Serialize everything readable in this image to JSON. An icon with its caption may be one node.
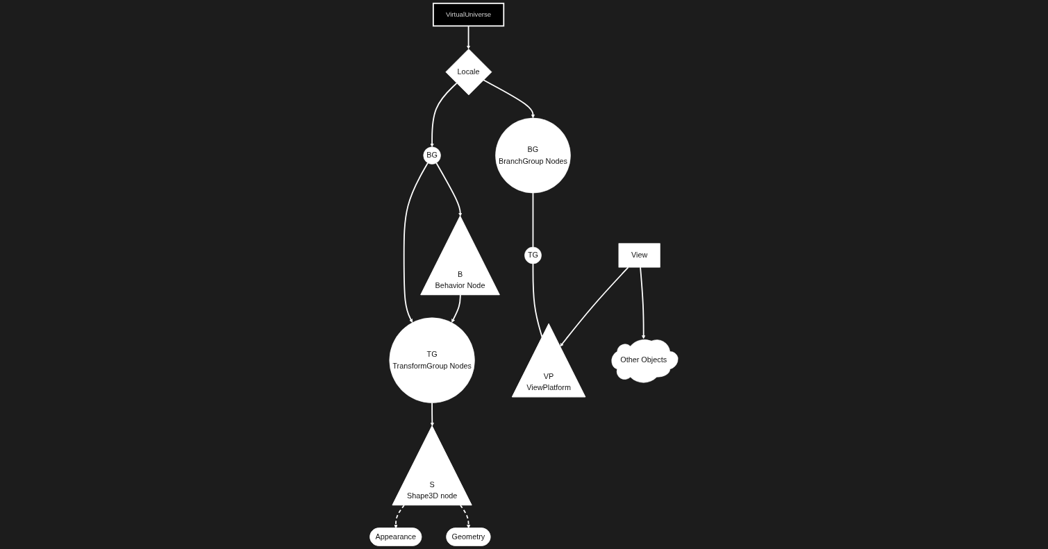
{
  "diagram": {
    "nodes": [
      {
        "text": [
          "VirtualUniverse"
        ]
      },
      {
        "text": [
          "Locale"
        ]
      },
      {
        "text": [
          "BG"
        ]
      },
      {
        "text": [
          "BG",
          "BranchGroup Nodes"
        ]
      },
      {
        "text": [
          "B",
          "Behavior Node"
        ]
      },
      {
        "text": [
          "TG",
          "TransformGroup Nodes"
        ]
      },
      {
        "text": [
          "TG"
        ]
      },
      {
        "text": [
          "S",
          "Shape3D node"
        ]
      },
      {
        "text": [
          "VP",
          "ViewPlatform"
        ]
      },
      {
        "text": [
          "View"
        ]
      },
      {
        "text": [
          "Appearance"
        ]
      },
      {
        "text": [
          "Geometry"
        ]
      },
      {
        "text": [
          "Other Objects"
        ]
      }
    ],
    "edges": [
      {
        "from": 0,
        "to": 1,
        "arrow": "to"
      },
      {
        "from": 1,
        "to": 2,
        "arrow": "to"
      },
      {
        "from": 1,
        "to": 3,
        "arrow": "to"
      },
      {
        "from": 2,
        "to": 4,
        "arrow": "to"
      },
      {
        "from": 2,
        "to": 5,
        "arrow": "to"
      },
      {
        "from": 4,
        "to": 5,
        "arrow": "to"
      },
      {
        "from": 3,
        "to": 6,
        "arrow": "none"
      },
      {
        "from": 5,
        "to": 7,
        "arrow": "to"
      },
      {
        "from": 6,
        "to": 8,
        "arrow": "none"
      },
      {
        "from": 9,
        "to": 8,
        "arrow": "to"
      },
      {
        "from": 7,
        "to": 10,
        "arrow": "to",
        "style": "dashed"
      },
      {
        "from": 7,
        "to": 11,
        "arrow": "to",
        "style": "dashed"
      },
      {
        "from": 9,
        "to": 12,
        "arrow": "to"
      }
    ]
  }
}
